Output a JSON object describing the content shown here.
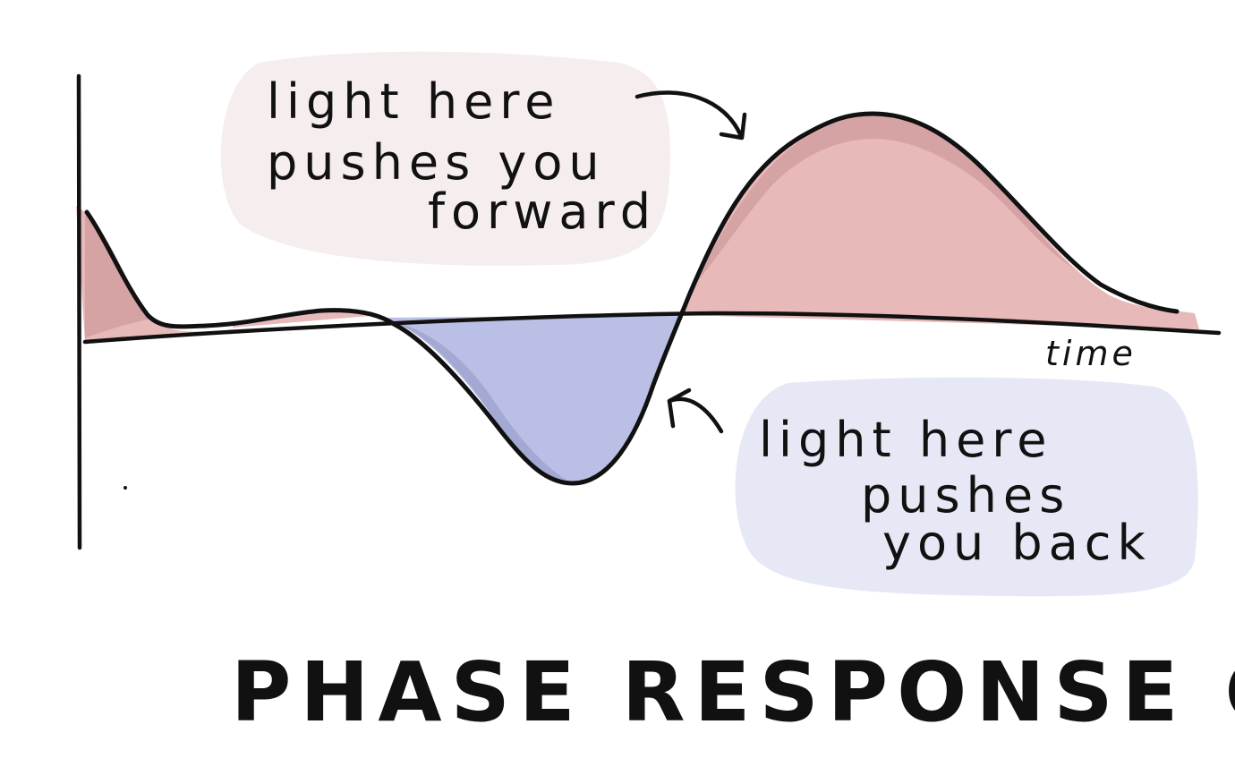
{
  "annotations": {
    "forward": {
      "lines": [
        "light here",
        "pushes you",
        "forward"
      ],
      "bubble_color": "#f6eeee"
    },
    "back": {
      "lines": [
        "light here",
        "pushes",
        "you back"
      ],
      "bubble_color": "#e7e8f5"
    }
  },
  "axis": {
    "x_label": "time"
  },
  "title": "PHASE RESPONSE CURVE",
  "colors": {
    "advance_fill": "#e8b9b9",
    "advance_fill_dark": "#d6a3a5",
    "delay_fill": "#b9bfe5",
    "delay_fill_dark": "#a4a9d3",
    "ink": "#111111"
  }
}
